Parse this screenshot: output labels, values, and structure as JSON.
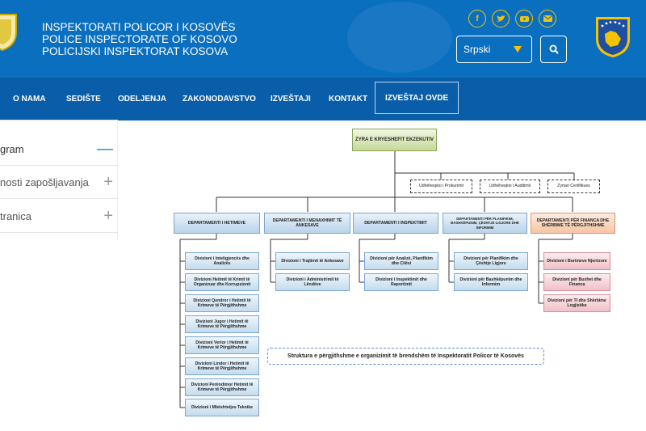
{
  "header": {
    "title_lines": [
      "INSPEKTORATI POLICOR I KOSOVËS",
      "POLICE INSPECTORATE OF KOSOVO",
      "POLICIJSKI INSPEKTORAT KOSOVA"
    ],
    "language": "Srpski",
    "social_icons": [
      "facebook-icon",
      "twitter-icon",
      "youtube-icon",
      "email-icon"
    ]
  },
  "nav": {
    "items": [
      "O NAMA",
      "SEDIŠTE",
      "ODELJENJA",
      "ZAKONODAVSTVO",
      "IZVEŠTAJI",
      "KONTAKT",
      "IZVEŠTAJ OVDE"
    ]
  },
  "sidebar": {
    "items": [
      {
        "label": "gram",
        "sign": "—"
      },
      {
        "label": "nosti zapošljavanja",
        "sign": "+"
      },
      {
        "label": "tranica",
        "sign": "+"
      }
    ]
  },
  "org": {
    "exec": "ZYRA E KRYESHEFIT EKZEKUTIV",
    "units": [
      "Udhëheqësi i Prokurimit",
      "Udhëheqësi i Auditimit",
      "Zyrtari Certifikues"
    ],
    "departments": [
      {
        "title": "DEPARTAMENTI I HETIMEVE",
        "divisions": [
          "Divizioni i Inteligjencës dhe Analizës",
          "Divizioni Hetimit të Krimit të Organizuar dhe Korrupsionit",
          "Divizioni Qendror i Hetimit të Krimeve të Përgjithshme",
          "Divizioni Jugor i Hetimit të Krimeve të Përgjithshme",
          "Divizioni Verior i Hetimit të Krimeve të Përgjithshme",
          "Divizioni Lindor i Hetimit të Krimeve të Përgjithshme",
          "Divizioni Perëndimor Hetimit të Krimeve të Përgjithshme",
          "Divizioni i Mbështetjes Teknike"
        ]
      },
      {
        "title": "DEPARTAMENTI I MENAXHIMIT TË ANKESAVE",
        "divisions": [
          "Divizioni i Trajtimit të Ankesave",
          "Divizioni i Administrimit të Lëndëve"
        ]
      },
      {
        "title": "DEPARTAMENTI I INSPEKTIMIT",
        "divisions": [
          "Divizioni për Analizë, Planifikim dhe Cilësi",
          "Divizioni i Inspektimit dhe Raportimit"
        ]
      },
      {
        "title": "DEPARTAMENTI PËR PLANIFIKIM, BASHKËPUNIM, ÇËSHTJE LIGJORE DHE INFORMIM",
        "divisions": [
          "Divizioni për Planifikim dhe Çështje Ligjore",
          "Divizioni për Bashkëpunim dhe Informim"
        ]
      },
      {
        "title": "DEPARTAMENTI PËR FINANCA DHE SHËRBIME TË PËRGJITHSHME",
        "divisions": [
          "Divizioni i Burimeve Njerëzore",
          "Divizioni për Buxhet dhe Financa",
          "Divizioni për TI dhe Shërbime Logjistike"
        ]
      }
    ],
    "caption": "Struktura e përgjithshme e organizimit të brendshëm të Inspektoratit Policor të Kosovës"
  },
  "colors": {
    "header_bg": "#0b6fc0",
    "nav_bg": "#0a5ea9",
    "accent_yellow": "#f5c400",
    "active_blue": "#1a8ad4"
  }
}
